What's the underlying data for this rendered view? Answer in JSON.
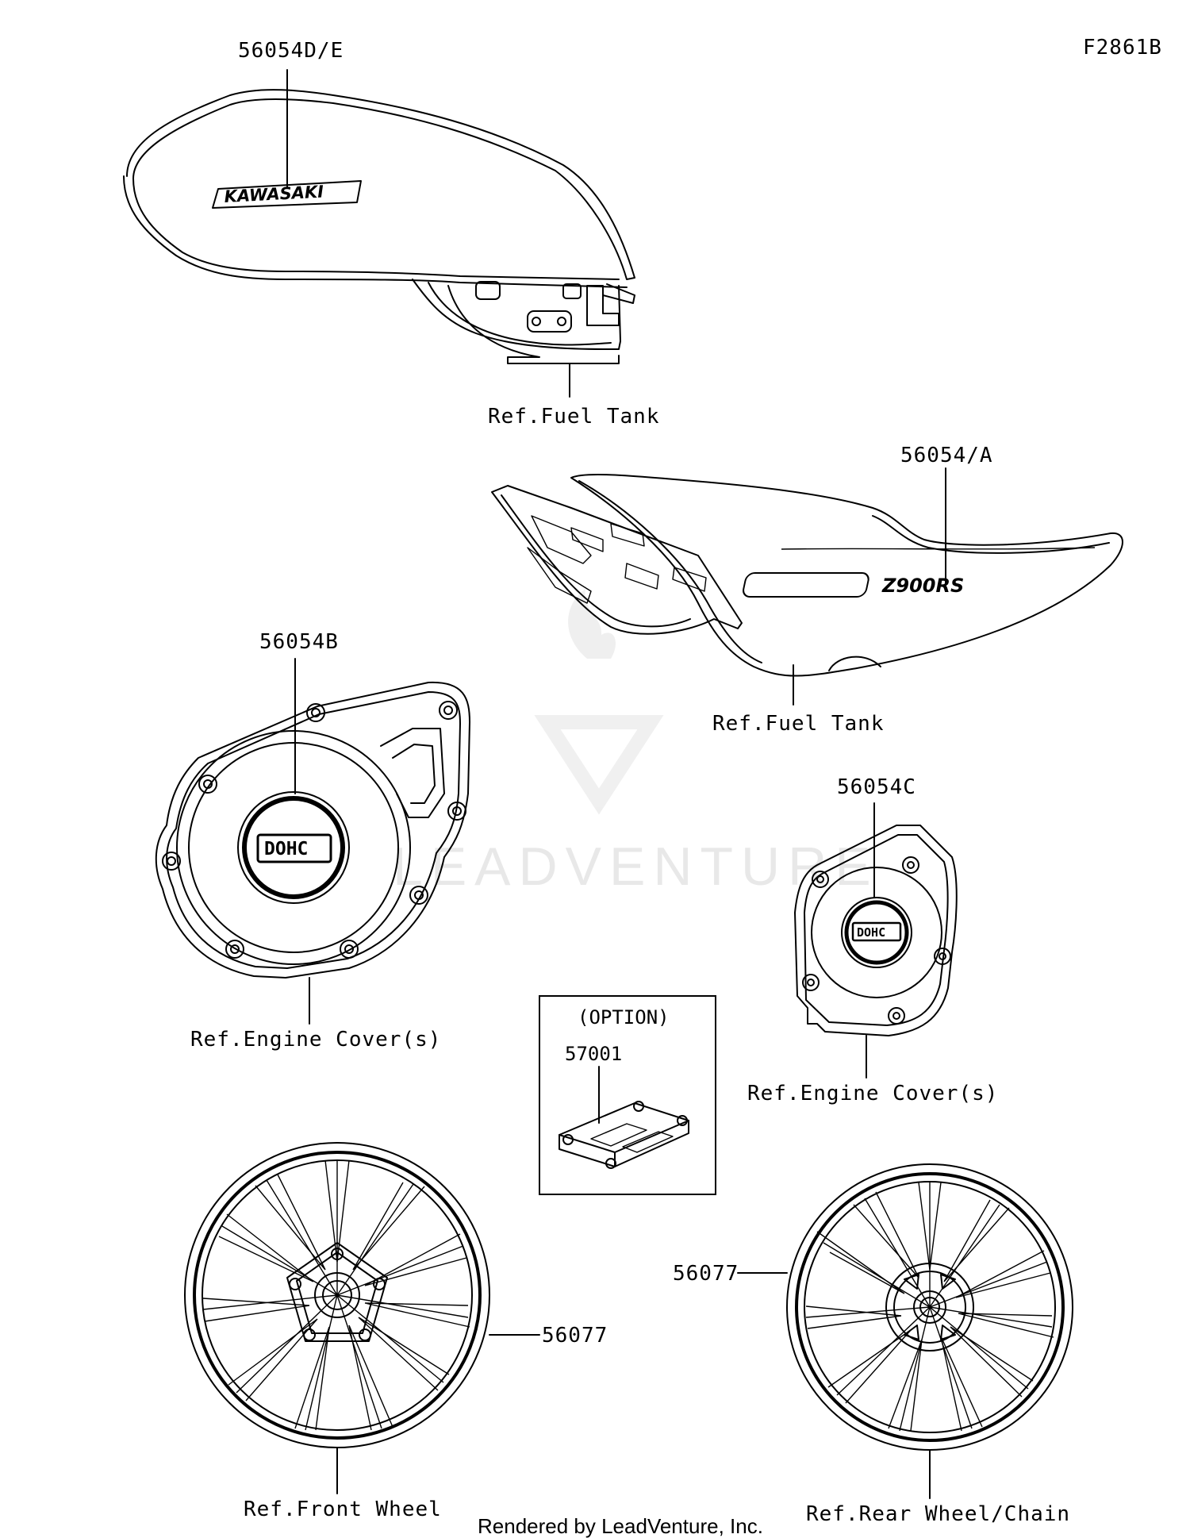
{
  "diagram_id": "F2861B",
  "watermark": "LEADVENTURE",
  "footer": "Rendered by LeadVenture, Inc.",
  "callouts": {
    "tank_decal": "56054D/E",
    "side_cover_emblem": "56054/A",
    "engine_cover_left": "56054B",
    "engine_cover_right": "56054C",
    "option_part": "57001",
    "front_wheel_decal": "56077",
    "rear_wheel_decal": "56077"
  },
  "references": {
    "fuel_tank_top": "Ref.Fuel Tank",
    "fuel_tank_side": "Ref.Fuel Tank",
    "engine_cover_left": "Ref.Engine Cover(s)",
    "engine_cover_right": "Ref.Engine Cover(s)",
    "front_wheel": "Ref.Front Wheel",
    "rear_wheel": "Ref.Rear Wheel/Chain"
  },
  "option_box": {
    "title": "(OPTION)"
  },
  "artwork_text": {
    "tank_logo": "KAWASAKI",
    "model_badge": "Z900RS",
    "engine_badge_left": "DOHC",
    "engine_badge_right": "DOHC"
  }
}
